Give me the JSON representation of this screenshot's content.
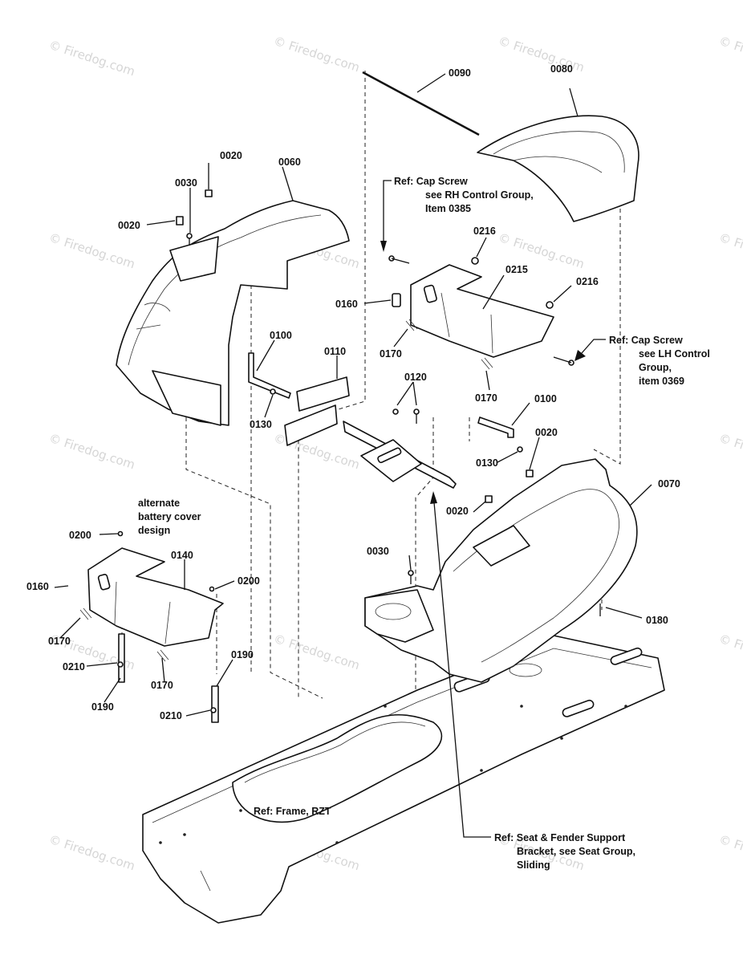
{
  "watermark": "© Firedog.com",
  "parts": {
    "p0090": "0090",
    "p0080": "0080",
    "p0020_top": "0020",
    "p0030_top": "0030",
    "p0060": "0060",
    "p0020_left": "0020",
    "p0216_top": "0216",
    "p0215": "0215",
    "p0216_right": "0216",
    "p0160_mid": "0160",
    "p0170_mid": "0170",
    "p0170_right": "0170",
    "p0100_left": "0100",
    "p0110": "0110",
    "p0120": "0120",
    "p0130_left": "0130",
    "p0100_right": "0100",
    "p0020_mid": "0020",
    "p0130_right": "0130",
    "p0070": "0070",
    "p0020_low": "0020",
    "p0030_low": "0030",
    "p0180": "0180",
    "p0200_top": "0200",
    "p0140": "0140",
    "p0160_left": "0160",
    "p0200_right": "0200",
    "p0170_left": "0170",
    "p0210_left": "0210",
    "p0190_left": "0190",
    "p0170_low": "0170",
    "p0190_right": "0190",
    "p0210_low": "0210"
  },
  "references": {
    "rh_line1": "Ref: Cap Screw",
    "rh_line2": "see RH Control Group,",
    "rh_line3": "Item 0385",
    "lh_line1": "Ref: Cap Screw",
    "lh_line2": "see LH Control",
    "lh_line3": "Group,",
    "lh_line4": "item 0369",
    "frame": "Ref: Frame, RZT",
    "seat_line1": "Ref: Seat & Fender Support",
    "seat_line2": "Bracket, see Seat Group,",
    "seat_line3": "Sliding",
    "alt_line1": "alternate",
    "alt_line2": "battery cover",
    "alt_line3": "design"
  }
}
